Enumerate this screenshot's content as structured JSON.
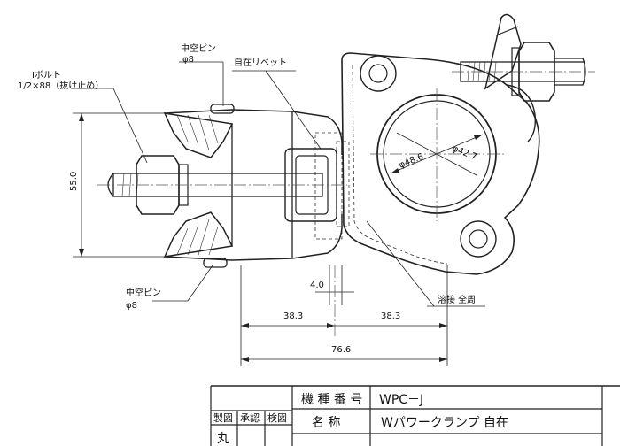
{
  "labels": {
    "bolt": "Iボルト",
    "bolt_spec": "1/2×88（抜け止め）",
    "hollow_pin_top": "中空ピン",
    "hollow_pin_top_dia": "φ8",
    "rivet": "自在リベット",
    "hollow_pin_bottom": "中空ピン",
    "hollow_pin_bottom_dia": "φ8",
    "weld": "溶接 全周"
  },
  "dimensions": {
    "height": "55.0",
    "diameter_outer": "φ48.6",
    "diameter_inner": "φ42.7",
    "offset": "4.0",
    "left_half": "38.3",
    "right_half": "38.3",
    "total_width": "76.6"
  },
  "title_block": {
    "model_label": "機 種 番 号",
    "model_value": "WPC－J",
    "name_label": "名 称",
    "name_value": "Wパワークランプ 自在",
    "col_manufacture": "製図",
    "col_approve": "承認",
    "col_inspect": "検図",
    "stamp": "丸"
  }
}
